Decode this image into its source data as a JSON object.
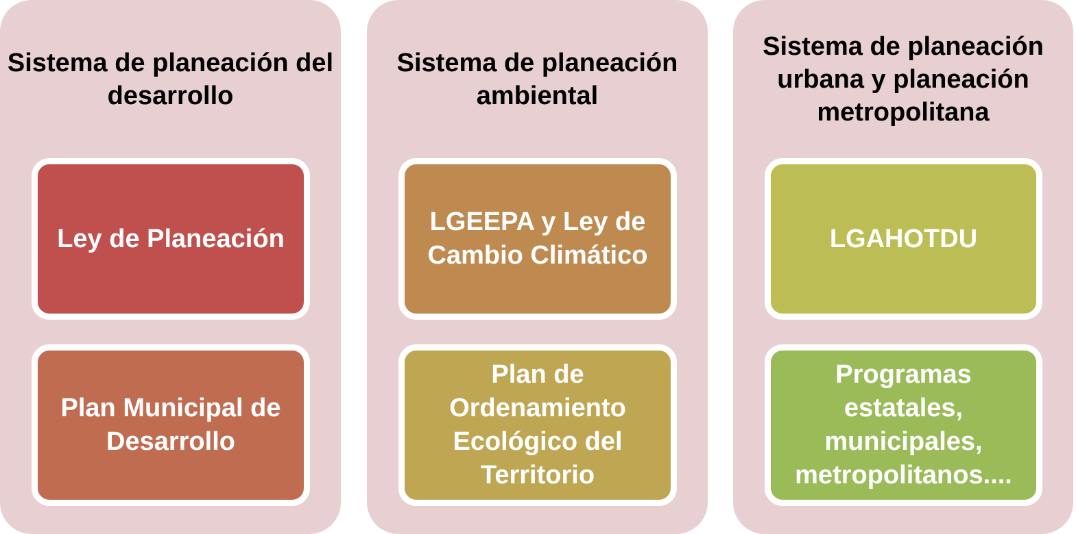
{
  "columns": [
    {
      "title": "Sistema de planeación del desarrollo",
      "boxes": [
        {
          "label": "Ley de Planeación",
          "color": "#c0504d"
        },
        {
          "label": "Plan Municipal de Desarrollo",
          "color": "#c06c50"
        }
      ]
    },
    {
      "title": "Sistema de planeación ambiental",
      "boxes": [
        {
          "label": "LGEEPA y Ley de Cambio Climático",
          "color": "#bf8a50"
        },
        {
          "label": "Plan de Ordenamiento Ecológico del Territorio",
          "color": "#bfa653"
        }
      ]
    },
    {
      "title": "Sistema de planeación urbana y planeación metropolitana",
      "boxes": [
        {
          "label": "LGAHOTDU",
          "color": "#bcbe55"
        },
        {
          "label": "Programas estatales, municipales, metropolitanos....",
          "color": "#9bbb59"
        }
      ]
    }
  ]
}
